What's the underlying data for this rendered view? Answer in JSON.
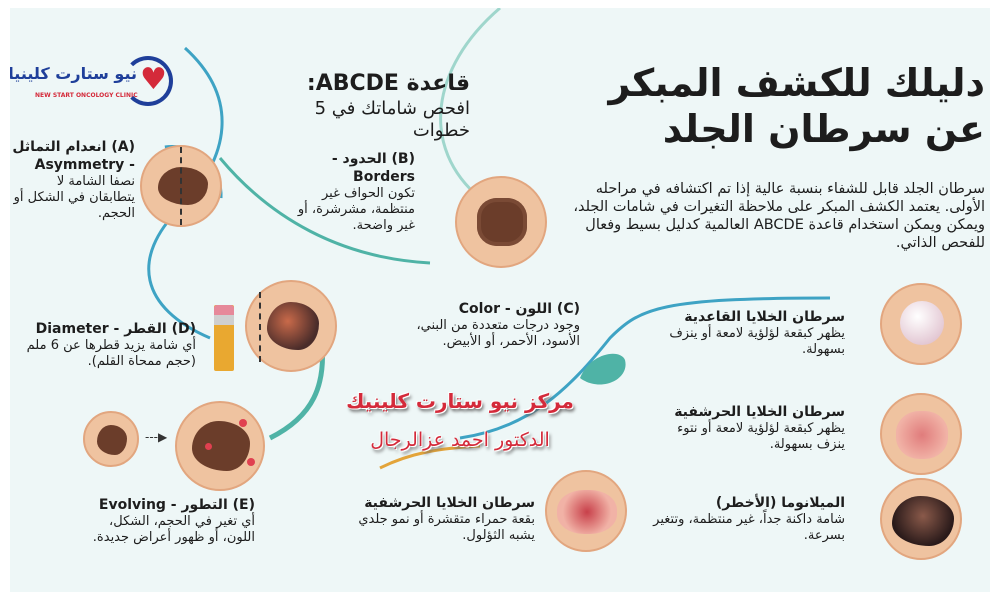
{
  "logo": {
    "arabic": "نيو ستارت كلينيك",
    "english": "NEW START ONCOLOGY CLINIC"
  },
  "title": {
    "line1": "دليلك للكشف المبكر",
    "line2": "عن سرطان الجلد"
  },
  "intro": "سرطان الجلد قابل للشفاء بنسبة عالية إذا تم اكتشافه في مراحله الأولى. يعتمد الكشف المبكر على ملاحظة التغيرات في شامات الجلد، ويمكن ويمكن استخدام قاعدة ABCDE العالمية كدليل بسيط وفعال للفحص الذاتي.",
  "abcde": {
    "heading": "قاعدة ABCDE:",
    "subheading": "افحص شاماتك في 5 خطوات"
  },
  "rules": [
    {
      "title": "(A) انعدام التماثل - Asymmetry",
      "text": "نصفا الشامة لا يتطابقان في الشكل أو الحجم."
    },
    {
      "title": "(B) الحدود - Borders",
      "text": "تكون الحواف غير منتظمة، مشرشرة، أو غير واضحة."
    },
    {
      "title": "(C) اللون - Color",
      "text": "وجود درجات متعددة من البني، الأسود، الأحمر، أو الأبيض."
    },
    {
      "title": "(D) القطر - Diameter",
      "text": "أي شامة يزيد قطرها عن 6 ملم (حجم ممحاة القلم)."
    },
    {
      "title": "(E) التطور - Evolving",
      "text": "أي تغير في الحجم، الشكل، اللون، أو ظهور أعراض جديدة."
    }
  ],
  "types": [
    {
      "title": "سرطان الخلايا القاعدية",
      "text": "يظهر كبقعة لؤلؤية لامعة أو ينزف بسهولة."
    },
    {
      "title": "سرطان الخلايا الحرشفية",
      "text": "يظهر كبقعة لؤلؤية لامعة أو نتوء ينزف بسهولة."
    },
    {
      "title": "الميلانوما (الأخطر)",
      "text": "شامة داكنة جداً، غير منتظمة، وتتغير بسرعة."
    },
    {
      "title": "سرطان الخلايا الحرشفية",
      "text": "بقعة حمراء متقشرة أو نمو جلدي يشبه الثؤلول."
    }
  ],
  "brand": {
    "center": "مركز نيو ستارت كلينيك",
    "doctor": "الدكتور احمد عزالرجال"
  },
  "colors": {
    "background": "#eef7f7",
    "teal": "#4fb3a6",
    "blue": "#3ea3c4",
    "skin": "#efc3a0",
    "mole": "#6b3d2a",
    "brand_red": "#d42a3a"
  }
}
